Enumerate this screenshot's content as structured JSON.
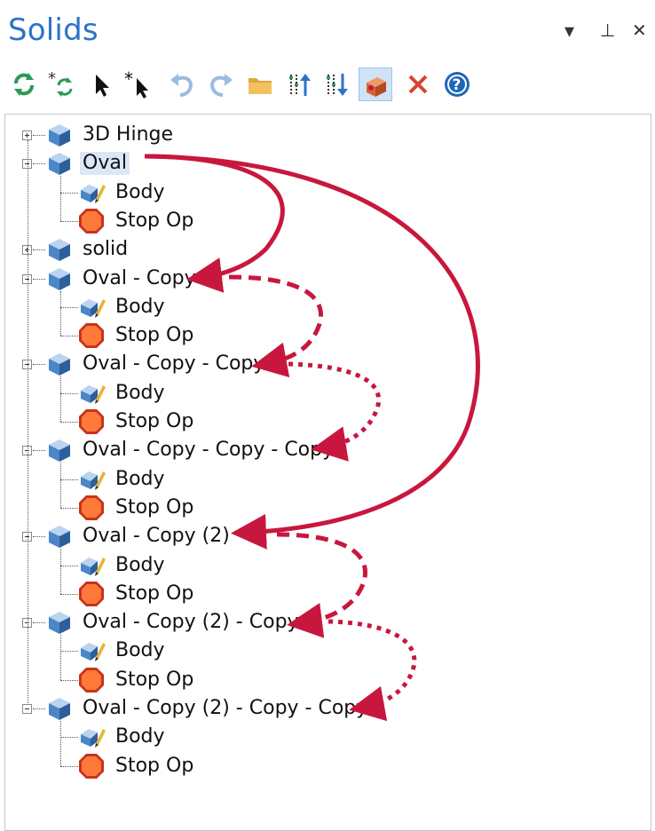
{
  "panel": {
    "title": "Solids"
  },
  "window_controls": {
    "dropdown": "▾",
    "pin": "⊥",
    "close": "✕"
  },
  "toolbar": [
    {
      "name": "regenerate-icon"
    },
    {
      "name": "regenerate-selected-icon"
    },
    {
      "name": "select-icon"
    },
    {
      "name": "select-all-icon"
    },
    {
      "name": "undo-icon"
    },
    {
      "name": "redo-icon"
    },
    {
      "name": "folder-icon"
    },
    {
      "name": "move-up-icon"
    },
    {
      "name": "move-down-icon"
    },
    {
      "name": "solid-display-icon",
      "active": true
    },
    {
      "name": "delete-icon"
    },
    {
      "name": "help-icon"
    }
  ],
  "tree": {
    "nodes": [
      {
        "label": "3D Hinge",
        "type": "solid",
        "expanded": false
      },
      {
        "label": "Oval",
        "type": "solid",
        "expanded": true,
        "selected": true,
        "children": [
          {
            "label": "Body",
            "type": "body"
          },
          {
            "label": "Stop Op",
            "type": "stop"
          }
        ]
      },
      {
        "label": "solid",
        "type": "solid",
        "expanded": false
      },
      {
        "label": "Oval - Copy",
        "type": "solid",
        "expanded": true,
        "children": [
          {
            "label": "Body",
            "type": "body"
          },
          {
            "label": "Stop Op",
            "type": "stop"
          }
        ]
      },
      {
        "label": "Oval - Copy - Copy",
        "type": "solid",
        "expanded": true,
        "children": [
          {
            "label": "Body",
            "type": "body"
          },
          {
            "label": "Stop Op",
            "type": "stop"
          }
        ]
      },
      {
        "label": "Oval - Copy - Copy - Copy",
        "type": "solid",
        "expanded": true,
        "children": [
          {
            "label": "Body",
            "type": "body"
          },
          {
            "label": "Stop Op",
            "type": "stop"
          }
        ]
      },
      {
        "label": "Oval - Copy (2)",
        "type": "solid",
        "expanded": true,
        "children": [
          {
            "label": "Body",
            "type": "body"
          },
          {
            "label": "Stop Op",
            "type": "stop"
          }
        ]
      },
      {
        "label": "Oval - Copy (2) - Copy",
        "type": "solid",
        "expanded": true,
        "children": [
          {
            "label": "Body",
            "type": "body"
          },
          {
            "label": "Stop Op",
            "type": "stop"
          }
        ]
      },
      {
        "label": "Oval - Copy (2) - Copy - Copy",
        "type": "solid",
        "expanded": true,
        "children": [
          {
            "label": "Body",
            "type": "body"
          },
          {
            "label": "Stop Op",
            "type": "stop"
          }
        ]
      }
    ]
  },
  "colors": {
    "title": "#2b73c8",
    "arrow": "#c8173e",
    "selection": "#dbe7f6"
  }
}
